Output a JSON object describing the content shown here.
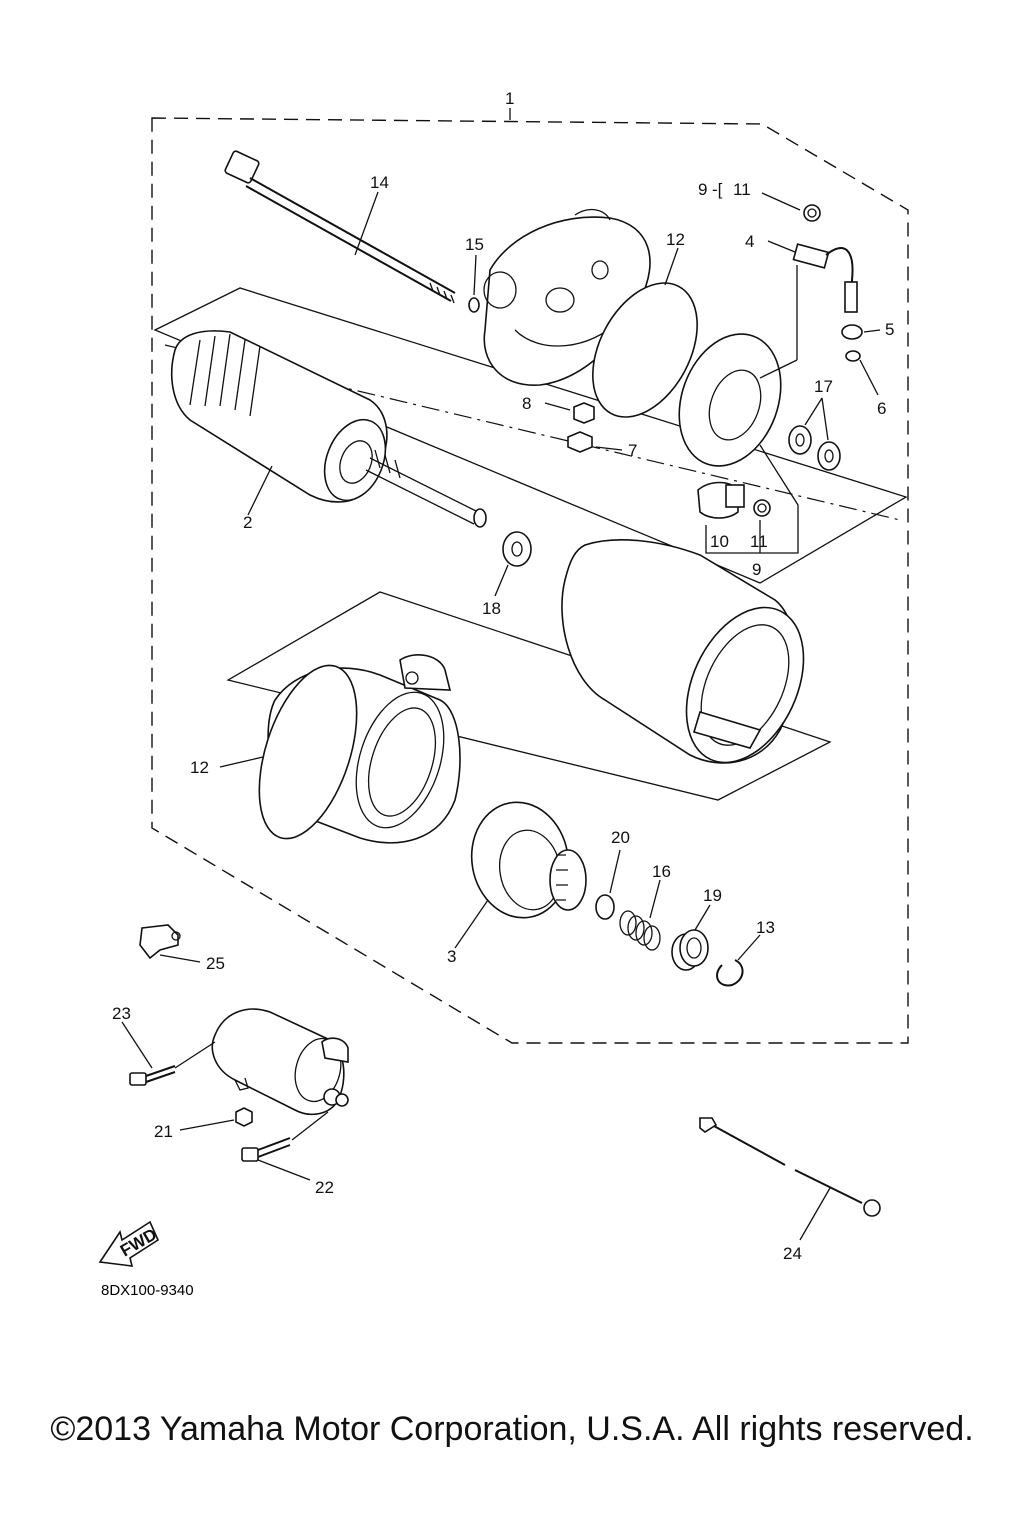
{
  "callouts": {
    "c1": "1",
    "c2": "2",
    "c3": "3",
    "c4": "4",
    "c5": "5",
    "c6": "6",
    "c7": "7",
    "c8": "8",
    "c9a": "9",
    "c9b": "9",
    "c10": "10",
    "c11a": "11",
    "c11b": "11",
    "c12a": "12",
    "c12b": "12",
    "c13": "13",
    "c14": "14",
    "c15": "15",
    "c16": "16",
    "c17": "17",
    "c18": "18",
    "c19": "19",
    "c20": "20",
    "c21": "21",
    "c22": "22",
    "c23": "23",
    "c24": "24",
    "c25": "25"
  },
  "fwd_label": "FWD",
  "ref_code": "8DX100-9340",
  "copyright": "©2013 Yamaha Motor Corporation, U.S.A. All rights reserved."
}
